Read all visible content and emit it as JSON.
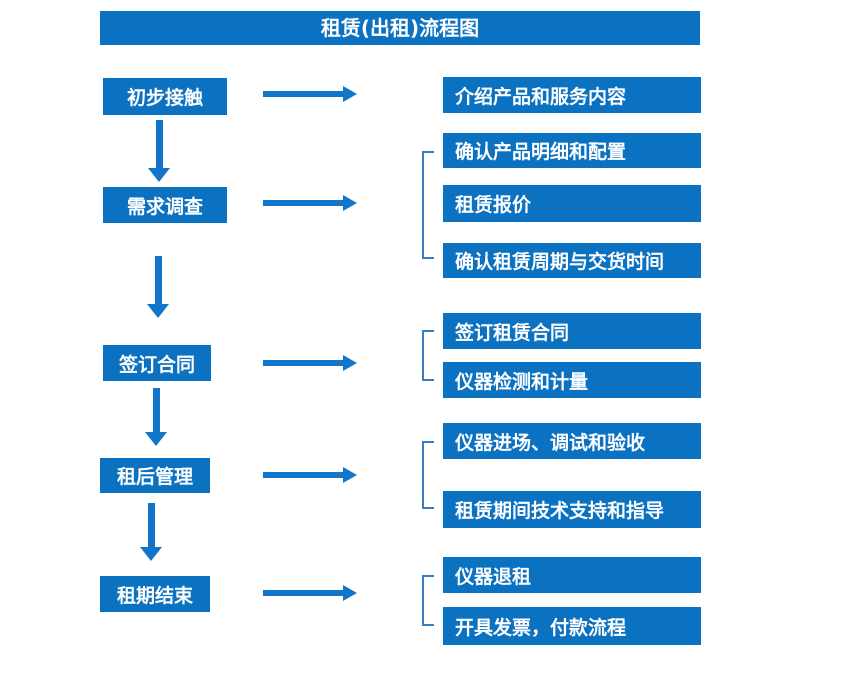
{
  "title": "租赁(出租)流程图",
  "colors": {
    "box_blue": "#0b71c1",
    "arrow_blue": "#1176c9",
    "bracket_blue": "#3a7abf",
    "text_white": "#ffffff",
    "background": "#ffffff"
  },
  "steps": [
    {
      "label": "初步接触",
      "details": [
        "介绍产品和服务内容"
      ]
    },
    {
      "label": "需求调查",
      "details": [
        "确认产品明细和配置",
        "租赁报价",
        "确认租赁周期与交货时间"
      ]
    },
    {
      "label": "签订合同",
      "details": [
        "签订租赁合同",
        "仪器检测和计量"
      ]
    },
    {
      "label": "租后管理",
      "details": [
        "仪器进场、调试和验收",
        "租赁期间技术支持和指导"
      ]
    },
    {
      "label": "租期结束",
      "details": [
        "仪器退租",
        "开具发票，付款流程"
      ]
    }
  ]
}
